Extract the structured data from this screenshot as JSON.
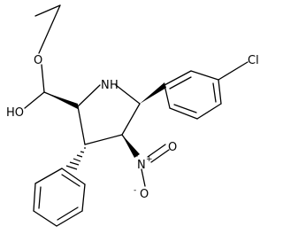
{
  "atoms": {
    "o_ether": "O",
    "ho": "HO",
    "nh": "N",
    "nh_h": "H",
    "cl": "Cl",
    "n_nitro": "N",
    "n_plus": "+",
    "o_nitro_top": "O",
    "o_nitro_bottom": "O",
    "o_minus": "-"
  }
}
